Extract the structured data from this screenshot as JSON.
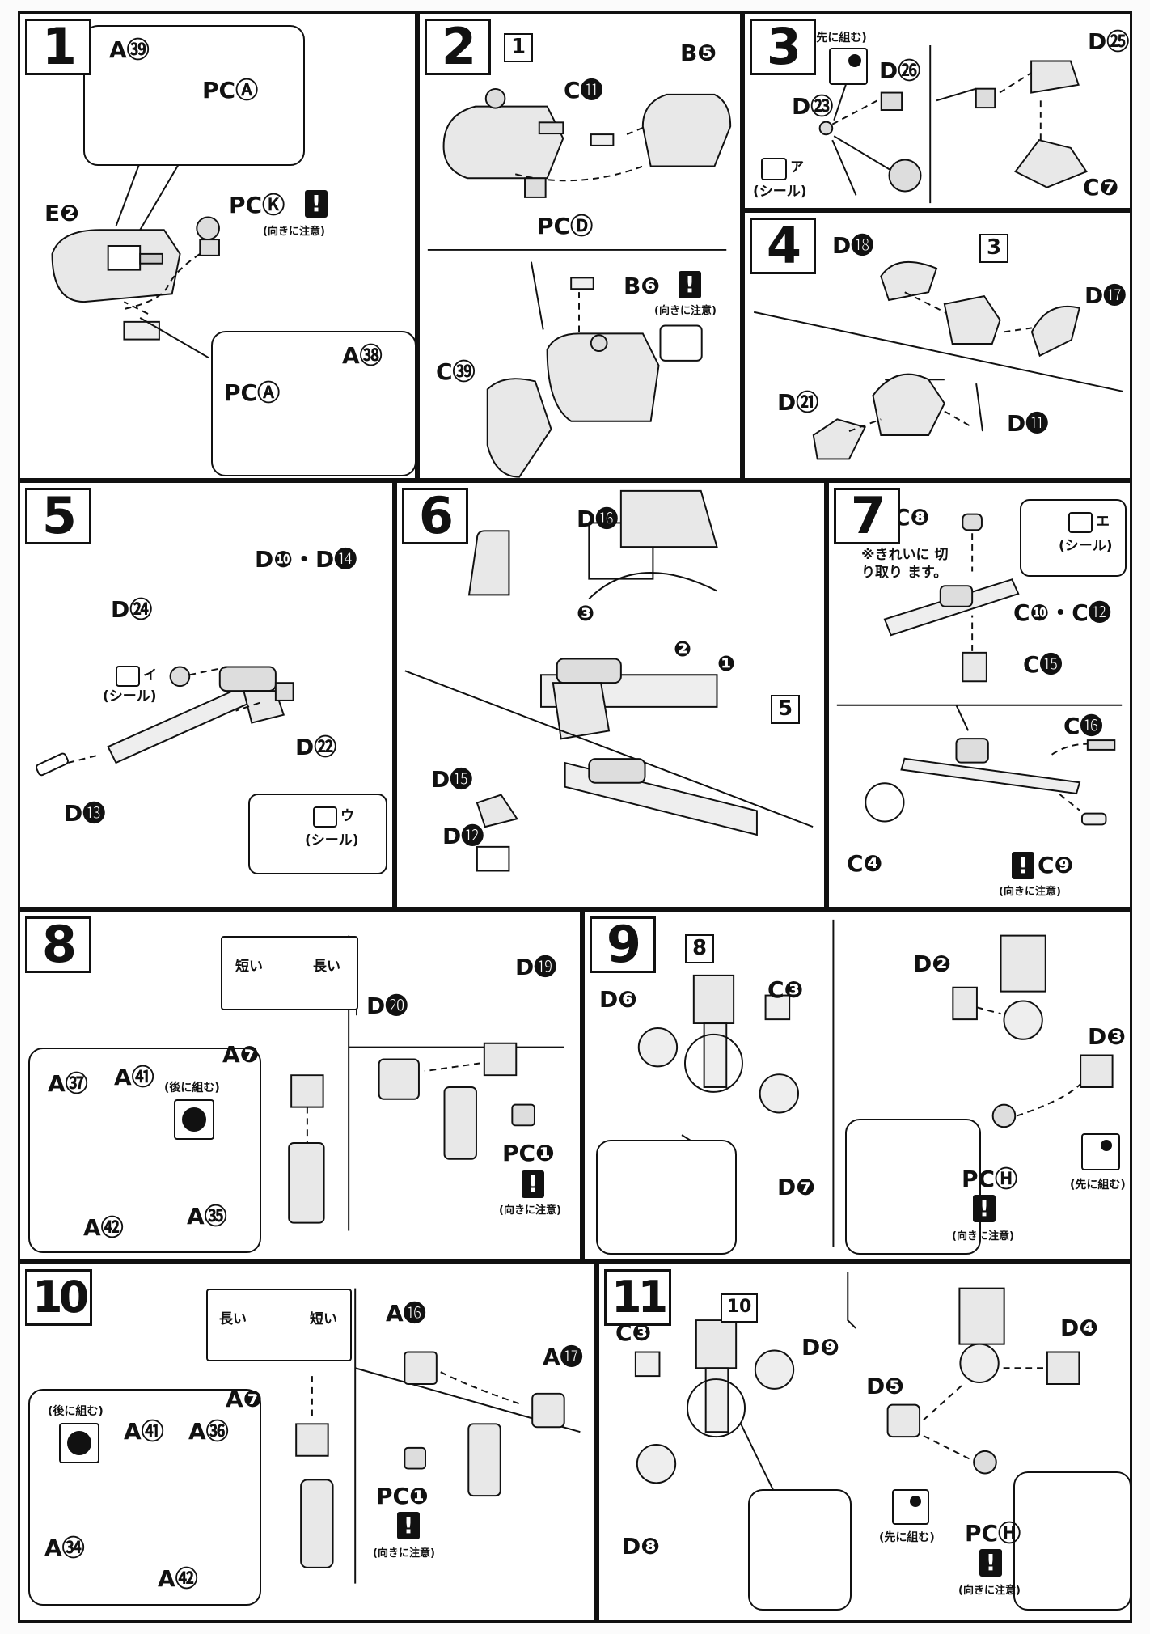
{
  "common": {
    "caution": "(向きに注意)",
    "sticker": "(シール)",
    "assemble_first": "(先に組む)",
    "assemble_later": "(後に組む)",
    "short": "短い",
    "long": "長い",
    "warn_mark": "!"
  },
  "step1": {
    "number": "1",
    "labels": [
      "A㊴",
      "PCⒶ",
      "E❷",
      "PCⓀ",
      "PCⒶ",
      "A㊳"
    ]
  },
  "step2": {
    "number": "2",
    "ref": "1",
    "labels": [
      "B❺",
      "C⓫",
      "PCⒹ",
      "B❻",
      "C㊴"
    ]
  },
  "step3": {
    "number": "3",
    "labels": [
      "D㉖",
      "D㉓",
      "D㉕",
      "C❼"
    ],
    "sticker_letter": "ア"
  },
  "step4": {
    "number": "4",
    "ref": "3",
    "labels": [
      "D⓲",
      "D⓱",
      "D㉑",
      "D⓫"
    ]
  },
  "step5": {
    "number": "5",
    "labels": [
      "D❿・D⓮",
      "D㉔",
      "D㉒",
      "D⓭"
    ],
    "sticker_letters": [
      "イ",
      "ウ"
    ]
  },
  "step6": {
    "number": "6",
    "ref": "5",
    "labels": [
      "D⓰",
      "D⓯",
      "D⓬"
    ],
    "order": [
      "❸",
      "❷",
      "❶"
    ]
  },
  "step7": {
    "number": "7",
    "labels": [
      "C❽",
      "C❿・C⓬",
      "C⓯",
      "C⓰",
      "C❹",
      "C❾"
    ],
    "cut_note": "※きれいに 切り取り ます。",
    "sticker_letter": "エ"
  },
  "step8": {
    "number": "8",
    "labels": [
      "A❼",
      "D⓴",
      "D⓳",
      "A㊲",
      "A㊶",
      "A㉟",
      "A㊷",
      "PC❶"
    ]
  },
  "step9": {
    "number": "9",
    "ref": "8",
    "labels": [
      "D❻",
      "C❸",
      "D❼",
      "D❷",
      "D❸",
      "PCⒽ"
    ]
  },
  "step10": {
    "number": "10",
    "labels": [
      "A⓰",
      "A⓱",
      "A❼",
      "A㊶",
      "A㊱",
      "PC❶",
      "A㉞",
      "A㊷"
    ]
  },
  "step11": {
    "number": "11",
    "ref": "10",
    "labels": [
      "C❸",
      "D❾",
      "D❹",
      "D❺",
      "D❽",
      "PCⒽ"
    ]
  }
}
